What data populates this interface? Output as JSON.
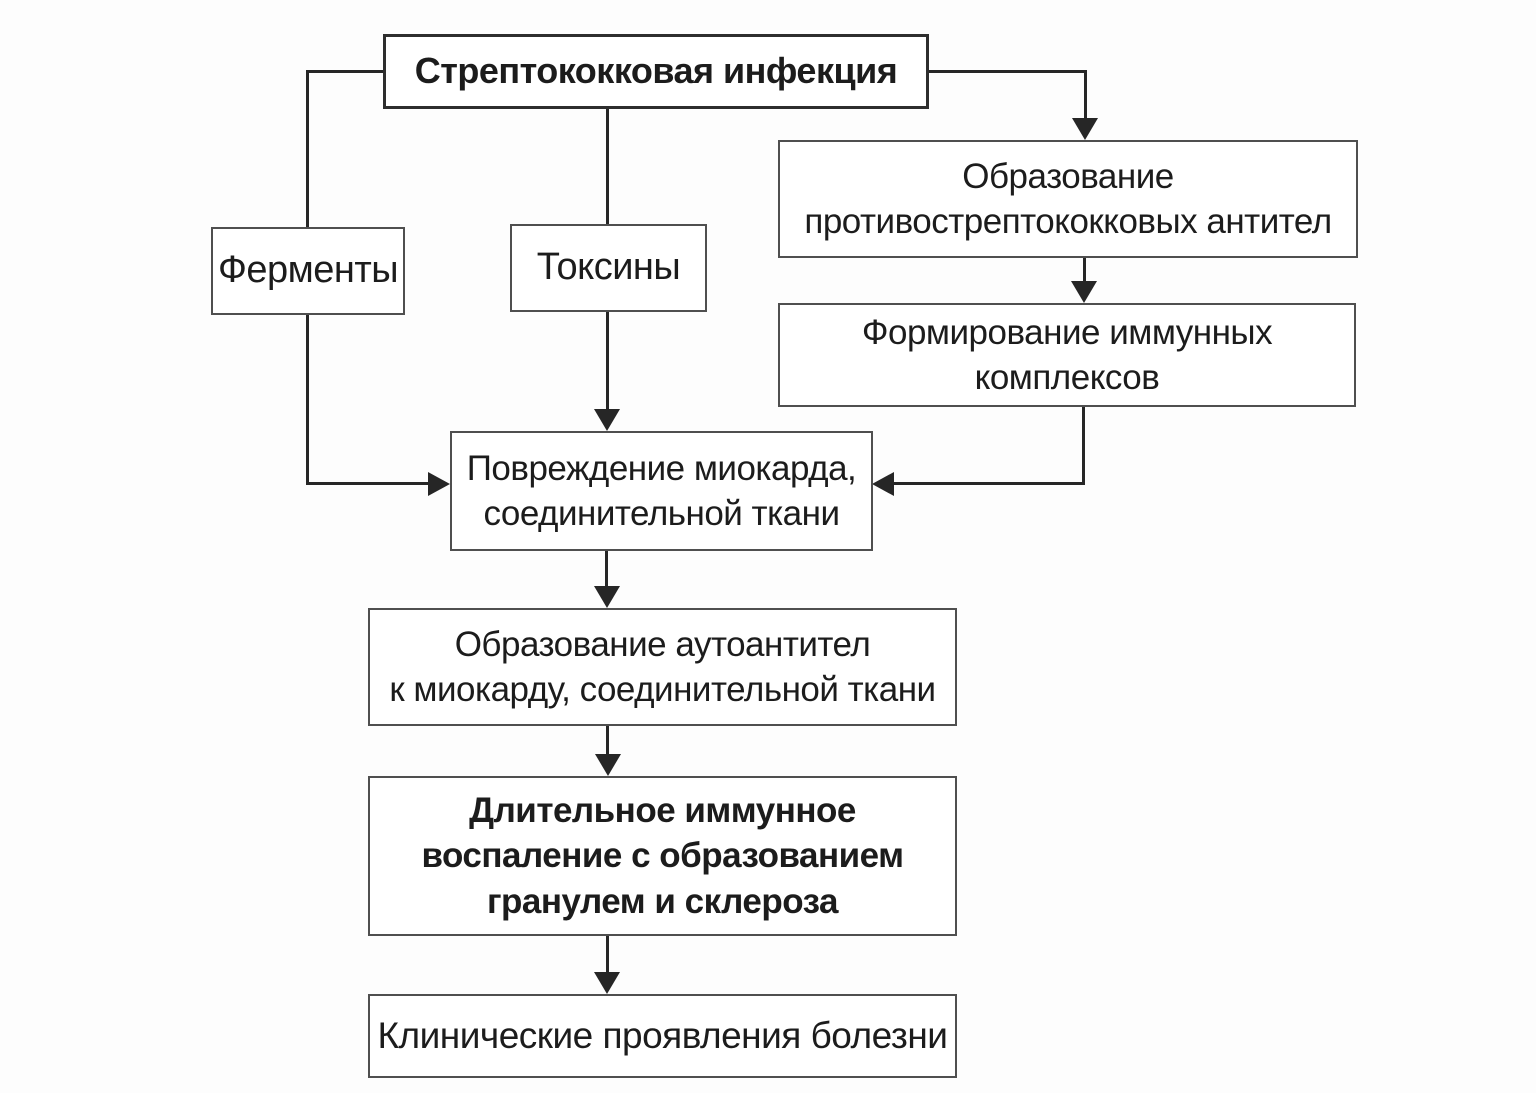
{
  "diagram": {
    "nodes": {
      "infection": {
        "label": "Стрептококковая инфекция"
      },
      "enzymes": {
        "label": "Ферменты"
      },
      "toxins": {
        "label": "Токсины"
      },
      "antibodies": {
        "label": "Образование\nпротивострептококковых антител"
      },
      "complexes": {
        "label": "Формирование иммунных\nкомплексов"
      },
      "damage": {
        "label": "Повреждение миокарда,\nсоединительной ткани"
      },
      "autoantibodies": {
        "label": "Образование аутоантител\nк миокарду, соединительной ткани"
      },
      "inflammation": {
        "label": "Длительное иммунное\nвоспаление с образованием\nгранулем и склероза"
      },
      "clinical": {
        "label": "Клинические проявления болезни"
      }
    },
    "edges": [
      {
        "from": "infection",
        "through": "enzymes",
        "to": "damage"
      },
      {
        "from": "infection",
        "through": "toxins",
        "to": "damage"
      },
      {
        "from": "infection",
        "to": "antibodies"
      },
      {
        "from": "antibodies",
        "to": "complexes"
      },
      {
        "from": "complexes",
        "to": "damage"
      },
      {
        "from": "damage",
        "to": "autoantibodies"
      },
      {
        "from": "autoantibodies",
        "to": "inflammation"
      },
      {
        "from": "inflammation",
        "to": "clinical"
      }
    ],
    "colors": {
      "background": "#fdfdfd",
      "box_fill": "#ffffff",
      "box_border": "#4f4f4f",
      "line": "#262626",
      "text": "#1c1c1c"
    }
  }
}
